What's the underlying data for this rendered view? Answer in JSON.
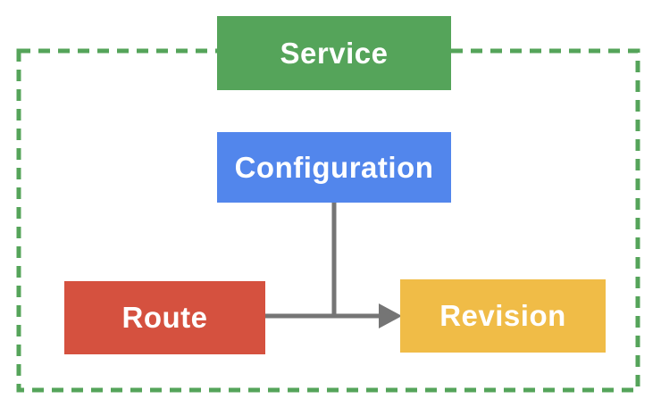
{
  "diagram": {
    "type": "flowchart",
    "nodes": [
      {
        "id": "service",
        "label": "Service",
        "color": "#55A45A",
        "shape": "rectangle",
        "text_color": "#FFFFFF"
      },
      {
        "id": "configuration",
        "label": "Configuration",
        "color": "#5286EC",
        "shape": "rectangle",
        "text_color": "#FFFFFF"
      },
      {
        "id": "route",
        "label": "Route",
        "color": "#D5513F",
        "shape": "rectangle",
        "text_color": "#FFFFFF"
      },
      {
        "id": "revision",
        "label": "Revision",
        "color": "#F0BC47",
        "shape": "rectangle",
        "text_color": "#FFFFFF"
      }
    ],
    "edges": [
      {
        "from": "route",
        "to": "revision",
        "style": "solid",
        "arrowhead": "triangle-right",
        "color": "#757575"
      },
      {
        "from": "configuration",
        "to": "route-revision-edge",
        "style": "solid",
        "arrowhead": "none",
        "color": "#757575"
      }
    ],
    "boundary": {
      "shape": "rectangle",
      "stroke_style": "dashed",
      "color": "#55A45A",
      "overlapped_by_node": "service"
    }
  },
  "colors": {
    "background": "#FFFFFF",
    "service_green": "#55A45A",
    "configuration_blue": "#5286EC",
    "route_red": "#D5513F",
    "revision_yellow": "#F0BC47",
    "connector_gray": "#757575",
    "label_text": "#FFFFFF"
  }
}
